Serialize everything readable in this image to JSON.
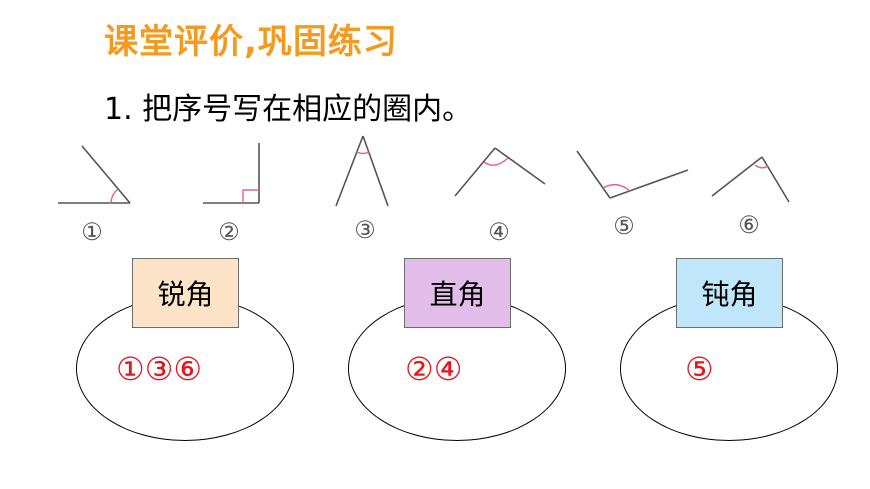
{
  "title": "课堂评价,巩固练习",
  "question": "1. 把序号写在相应的圈内。",
  "angle_labels": [
    "①",
    "②",
    "③",
    "④",
    "⑤",
    "⑥"
  ],
  "categories": [
    {
      "label": "锐角",
      "answer": "①③⑥",
      "color": "#fde4c9"
    },
    {
      "label": "直角",
      "answer": "②④",
      "color": "#e2bde9"
    },
    {
      "label": "钝角",
      "answer": "⑤",
      "color": "#bfe6fb"
    }
  ],
  "colors": {
    "title": "#f59a1e",
    "answer": "#e8141c",
    "arc": "#e0609a"
  }
}
